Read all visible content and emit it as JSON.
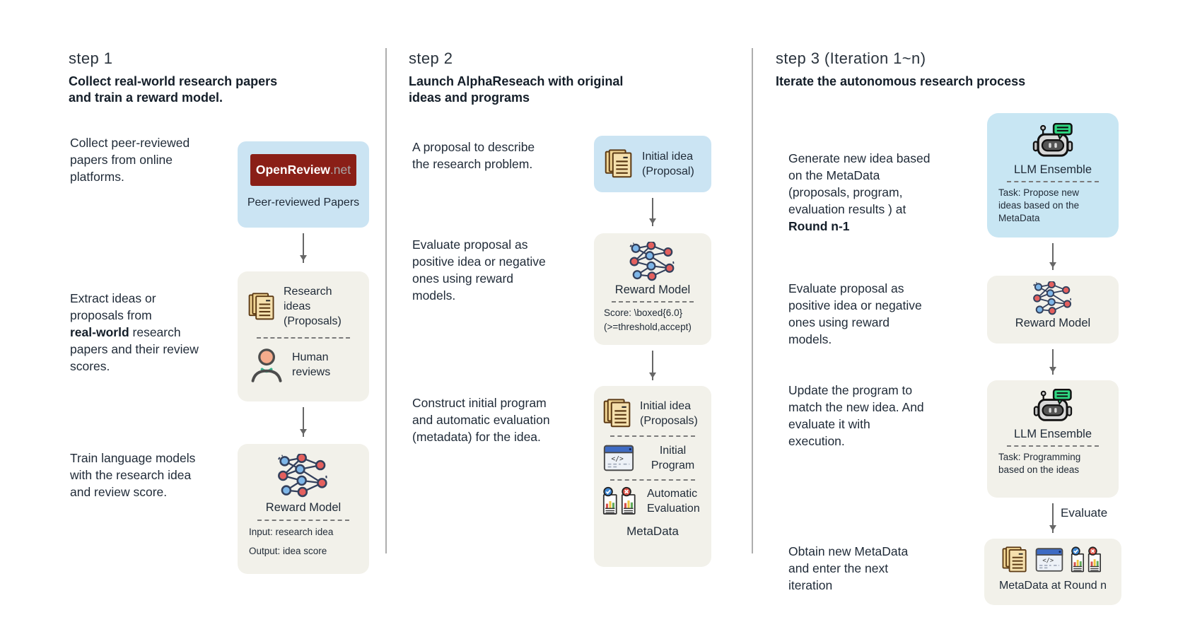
{
  "palette": {
    "accent_blue": "#cbe4f3",
    "panel_gray": "#f2f1ea",
    "brand_maroon": "#8a1f17",
    "text_dark": "#1f2a37",
    "arrow_gray": "#676767"
  },
  "icons": {
    "papers": "stacked-documents-icon",
    "neural_network": "neural-network-icon",
    "human": "person-icon",
    "robot": "robot-chat-icon",
    "program": "code-window-icon",
    "evaluation": "evaluation-reports-icon"
  },
  "step1": {
    "label": "step 1",
    "heading": "Collect real-world research papers\nand train a reward model.",
    "row1": {
      "caption": "Collect peer-reviewed\npapers from online\nplatforms.",
      "logo_main": "OpenReview",
      "logo_suffix": ".net",
      "box_label": "Peer-reviewed Papers"
    },
    "row2": {
      "caption_pre": "Extract ideas or\nproposals from\n",
      "caption_bold": "real-world",
      "caption_post": " research\npapers and their review\nscores.",
      "item1": "Research ideas\n(Proposals)",
      "item2": "Human reviews"
    },
    "row3": {
      "caption": "Train language models\nwith the research idea\nand review score.",
      "box_title": "Reward Model",
      "line1": "Input: research idea",
      "line2": "Output: idea score"
    }
  },
  "step2": {
    "label": "step 2",
    "heading": "Launch AlphaReseach with original\nideas and programs",
    "row1": {
      "caption": "A proposal to describe\nthe research problem.",
      "item": "Initial idea\n(Proposal)"
    },
    "row2": {
      "caption": "Evaluate proposal as\npositive idea or negative\nones using reward\nmodels.",
      "box_title": "Reward Model",
      "line1": "Score: \\boxed{6.0}",
      "line2": "(>=threshold,accept)"
    },
    "row3": {
      "caption": "Construct initial program\nand automatic evaluation\n(metadata) for the idea.",
      "item1": "Initial idea\n(Proposals)",
      "item2": "Initial\nProgram",
      "item3": "Automatic\nEvaluation",
      "footer": "MetaData"
    }
  },
  "step3": {
    "label": "step 3 (Iteration 1~n)",
    "heading": "Iterate the autonomous research process",
    "row1": {
      "caption_pre": "Generate new idea based\non the MetaData\n(proposals, program,\nevaluation results ) at\n",
      "caption_bold": "Round n-1",
      "box_title": "LLM Ensemble",
      "task": "Task: Propose new\nideas based on the\nMetaData"
    },
    "row2": {
      "caption": "Evaluate proposal as\npositive idea or negative\nones using reward\nmodels.",
      "box_title": "Reward Model"
    },
    "row3": {
      "caption": "Update the program to\nmatch the new idea. And\nevaluate it with\nexecution.",
      "box_title": "LLM Ensemble",
      "task": "Task: Programming\nbased on the ideas"
    },
    "row4": {
      "caption": "Obtain new MetaData\nand enter the next\niteration",
      "arrow_label": "Evaluate",
      "box_label": "MetaData at Round n"
    }
  }
}
